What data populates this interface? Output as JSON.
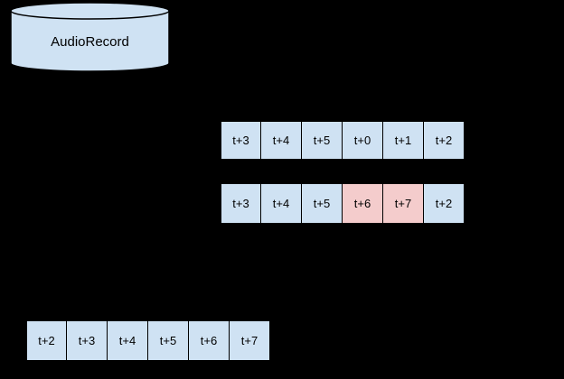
{
  "background": "#000000",
  "colors": {
    "cell_blue": "#cfe2f3",
    "cell_pink": "#f4cccc",
    "border": "#000000",
    "text": "#000000"
  },
  "cylinder": {
    "label": "AudioRecord"
  },
  "rows": [
    {
      "name": "ring-buffer-row-before",
      "cells": [
        {
          "label": "t+3",
          "highlight": false
        },
        {
          "label": "t+4",
          "highlight": false
        },
        {
          "label": "t+5",
          "highlight": false
        },
        {
          "label": "t+0",
          "highlight": false
        },
        {
          "label": "t+1",
          "highlight": false
        },
        {
          "label": "t+2",
          "highlight": false
        }
      ]
    },
    {
      "name": "ring-buffer-row-after",
      "cells": [
        {
          "label": "t+3",
          "highlight": false
        },
        {
          "label": "t+4",
          "highlight": false
        },
        {
          "label": "t+5",
          "highlight": false
        },
        {
          "label": "t+6",
          "highlight": true
        },
        {
          "label": "t+7",
          "highlight": true
        },
        {
          "label": "t+2",
          "highlight": false
        }
      ]
    },
    {
      "name": "output-buffer-row",
      "cells": [
        {
          "label": "t+2",
          "highlight": false
        },
        {
          "label": "t+3",
          "highlight": false
        },
        {
          "label": "t+4",
          "highlight": false
        },
        {
          "label": "t+5",
          "highlight": false
        },
        {
          "label": "t+6",
          "highlight": false
        },
        {
          "label": "t+7",
          "highlight": false
        }
      ]
    }
  ]
}
